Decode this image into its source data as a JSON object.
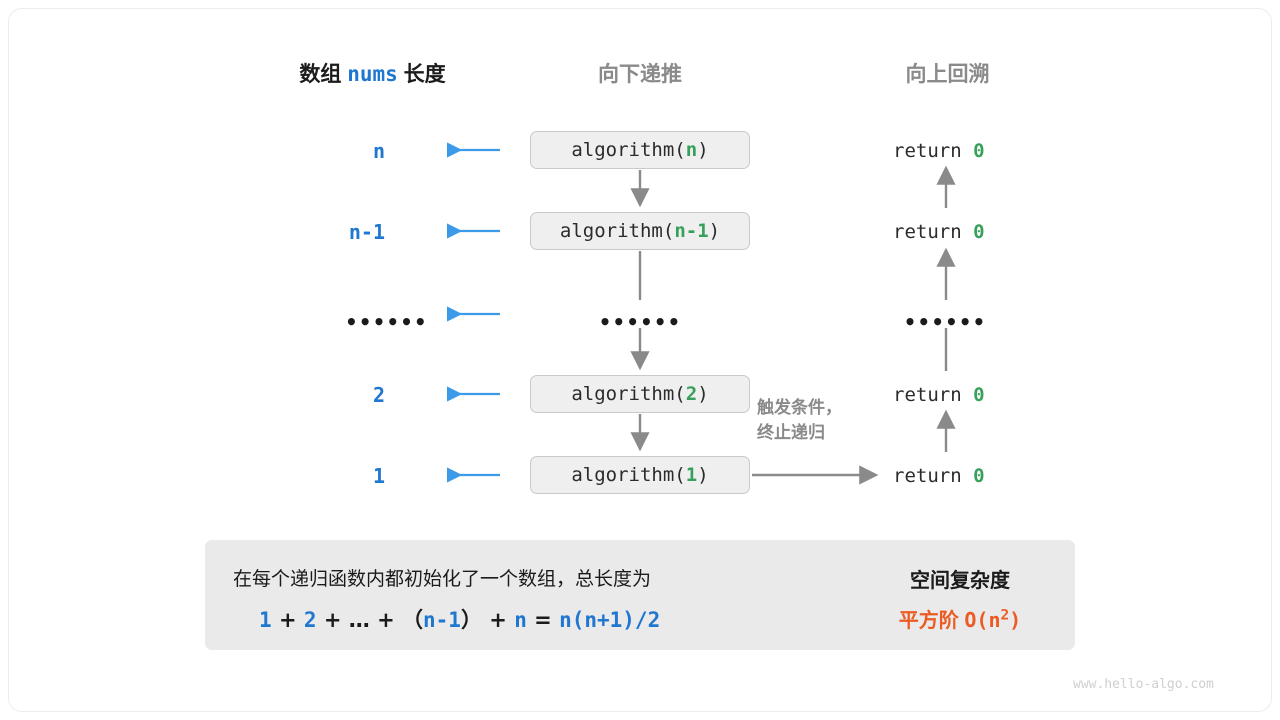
{
  "columns": {
    "left_title_parts": {
      "pre": "数组",
      "code": "nums",
      "post": "长度"
    },
    "middle_title": "向下递推",
    "right_title": "向上回溯"
  },
  "colors": {
    "blue": "#1f77d0",
    "green": "#37a05a",
    "gray_arrow": "#8a8a8a",
    "blue_arrow": "#3d9ae8",
    "box_bg": "#efefef",
    "box_border": "#c9c9c9",
    "panel_bg": "#eaeaea",
    "orange": "#ec5b23",
    "note_gray": "#8a8a8a",
    "watermark": "#cfcfcf"
  },
  "rows": [
    {
      "length": "n",
      "call_fn": "algorithm",
      "call_arg": "n",
      "return_text": "return",
      "return_value": "0"
    },
    {
      "length": "n-1",
      "call_fn": "algorithm",
      "call_arg": "n-1",
      "return_text": "return",
      "return_value": "0"
    },
    {
      "length": "••••••",
      "call_fn": "",
      "call_arg": "",
      "return_text": "",
      "return_value": "",
      "ellipsis": true,
      "dots": "••••••"
    },
    {
      "length": "2",
      "call_fn": "algorithm",
      "call_arg": "2",
      "return_text": "return",
      "return_value": "0"
    },
    {
      "length": "1",
      "call_fn": "algorithm",
      "call_arg": "1",
      "return_text": "return",
      "return_value": "0"
    }
  ],
  "note": {
    "line1": "触发条件，",
    "line2": "终止递归"
  },
  "summary": {
    "text_line": "在每个递归函数内都初始化了一个数组，总长度为",
    "formula": {
      "t1": "1",
      "o1": "+",
      "t2": "2",
      "o2": "+",
      "t3": "…",
      "o3": "+",
      "p_open": "（",
      "t4": "n-1",
      "p_close": "）",
      "o4": "+",
      "t5": "n",
      "eq": "=",
      "t6": "n(n+1)/2"
    },
    "result_title": "空间复杂度",
    "result_prefix": "平方阶",
    "result_big_o": "O(n",
    "result_exp": "2",
    "result_close": ")"
  },
  "watermark": "www.hello-algo.com"
}
